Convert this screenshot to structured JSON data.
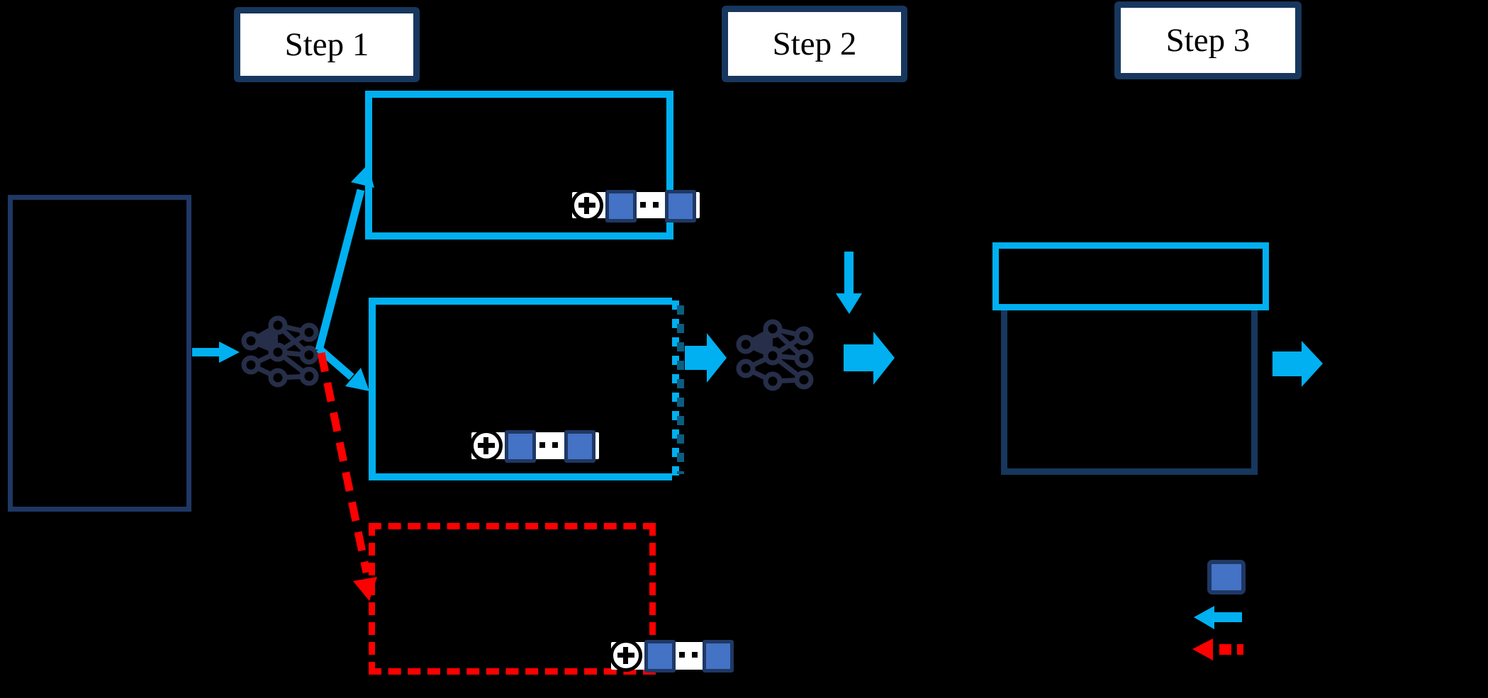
{
  "diagram": {
    "title": "three-step pipeline diagram",
    "steps": [
      {
        "label": "Step 1"
      },
      {
        "label": "Step 2"
      },
      {
        "label": "Step 3"
      }
    ],
    "boxes": [
      {
        "name": "input-box",
        "style": "solid-navy-outline",
        "text": ""
      },
      {
        "name": "outlined-box-top",
        "style": "solid-cyan-outline",
        "text": ""
      },
      {
        "name": "outlined-box-middle",
        "style": "solid-cyan-outline-dashed-right-edge",
        "text": ""
      },
      {
        "name": "rejected-box",
        "style": "dashed-red-outline",
        "text": ""
      },
      {
        "name": "step3-lid-box",
        "style": "solid-cyan-outline",
        "text": ""
      },
      {
        "name": "step3-body-box",
        "style": "solid-navy-outline",
        "text": ""
      }
    ],
    "embedding_strips": [
      {
        "location": "outlined-box-top bottom-right",
        "icons": [
          "circled-plus-icon",
          "token-square",
          "ellipsis-dots",
          "token-square"
        ]
      },
      {
        "location": "outlined-box-middle bottom-center",
        "icons": [
          "circled-plus-icon",
          "token-square",
          "ellipsis-dots",
          "token-square"
        ]
      },
      {
        "location": "rejected-box bottom-right",
        "icons": [
          "circled-plus-icon",
          "token-square",
          "ellipsis-dots",
          "token-square"
        ]
      }
    ],
    "icons": [
      "neural-network-icon",
      "neural-network-icon"
    ],
    "arrows": [
      {
        "name": "arrow-input-to-network",
        "style": "solid-cyan-right"
      },
      {
        "name": "arrow-network-to-top-box",
        "style": "solid-cyan-diagonal-up"
      },
      {
        "name": "arrow-network-to-middle-box",
        "style": "solid-cyan-diagonal-down"
      },
      {
        "name": "arrow-network-to-rejected-box",
        "style": "dashed-red-diagonal-down"
      },
      {
        "name": "arrow-middle-box-to-network2",
        "style": "thick-cyan-right"
      },
      {
        "name": "arrow-step2-down",
        "style": "solid-cyan-down"
      },
      {
        "name": "arrow-step2-right",
        "style": "thick-cyan-right"
      },
      {
        "name": "arrow-step3-right",
        "style": "thick-cyan-right"
      }
    ],
    "legend": {
      "items": [
        {
          "symbol": "token-square"
        },
        {
          "symbol": "solid-cyan-arrow-left"
        },
        {
          "symbol": "dashed-red-arrow-left"
        }
      ]
    },
    "colors": {
      "background": "#000000",
      "cyan_accent": "#00B0F0",
      "navy_outline": "#1F3864",
      "step_label_border": "#17375E",
      "token_blue": "#4472C4",
      "red_dashed": "#FF0000",
      "label_background": "#FFFFFF",
      "label_text": "#000000",
      "zipper_dark": "#0B5E81"
    }
  }
}
